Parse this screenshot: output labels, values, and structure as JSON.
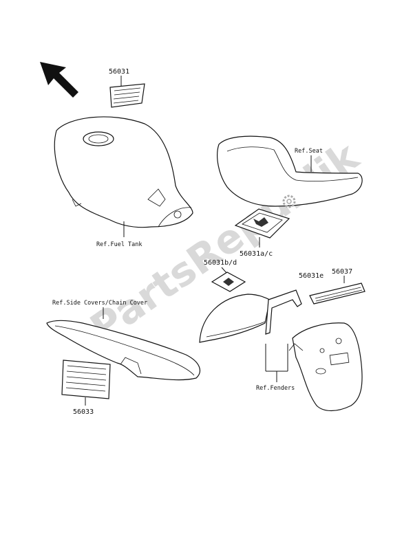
{
  "labels": {
    "p56031": "56031",
    "fuel_tank": "Ref.Fuel Tank",
    "seat": "Ref.Seat",
    "p56031ac": "56031a/c",
    "p56031bd": "56031b/d",
    "p56031e": "56031e",
    "p56037": "56037",
    "side_covers": "Ref.Side Covers/Chain Cover",
    "p56033": "56033",
    "fenders": "Ref.Fenders"
  },
  "watermark": "PartsRepublik",
  "icons": [
    "direction-arrow-icon",
    "gear-icon"
  ]
}
